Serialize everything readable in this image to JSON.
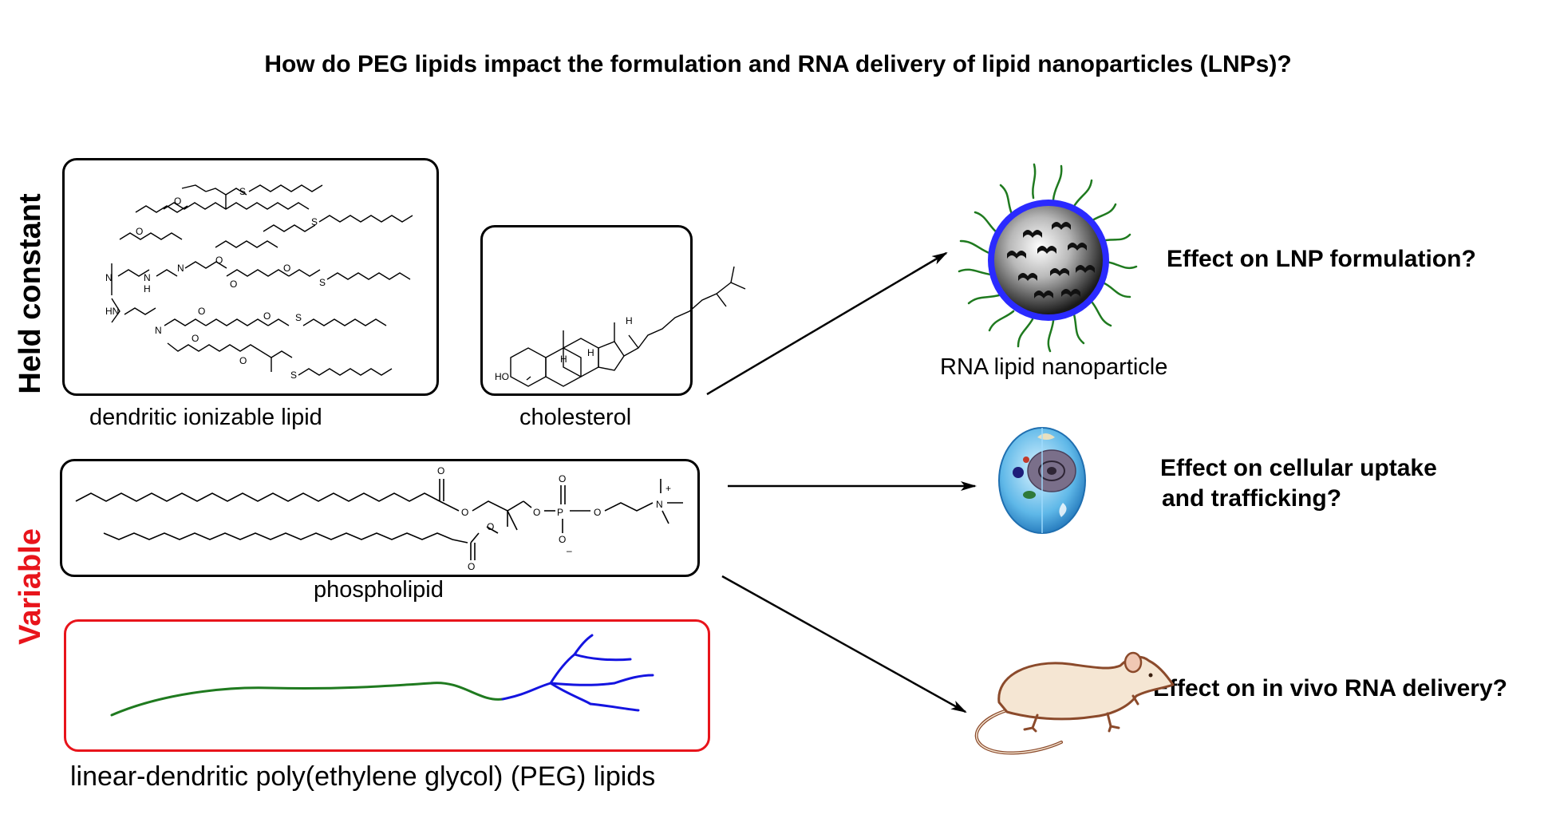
{
  "title": "How do PEG lipids impact the formulation and RNA delivery of lipid nanoparticles (LNPs)?",
  "side_labels": {
    "held_constant": "Held constant",
    "variable": "Variable"
  },
  "components": {
    "ionizable": "dendritic ionizable lipid",
    "cholesterol": "cholesterol",
    "phospholipid": "phospholipid",
    "peg": "linear-dendritic poly(ethylene glycol) (PEG) lipids"
  },
  "lnp_label": "RNA lipid nanoparticle",
  "effects": {
    "formulation": "Effect on LNP formulation?",
    "uptake_line1": "Effect on cellular uptake",
    "uptake_line2": "and trafficking?",
    "delivery": "Effect on in vivo RNA delivery?"
  },
  "chem_labels": {
    "oxygen": "O",
    "sulfur": "S",
    "nitrogen": "N",
    "amine": "HN",
    "amine_h": "H",
    "hydroxyl": "HO",
    "hydrogen": "H",
    "phosphorus": "P",
    "plus": "+",
    "minus": "–"
  },
  "colors": {
    "variable_red": "#e8141b",
    "peg_green": "#1f7a1f",
    "dendron_blue": "#1414e0",
    "lnp_shell": "#2a2aff",
    "mouse_fill": "#f5e6d3",
    "mouse_outline": "#8b4a2b"
  }
}
